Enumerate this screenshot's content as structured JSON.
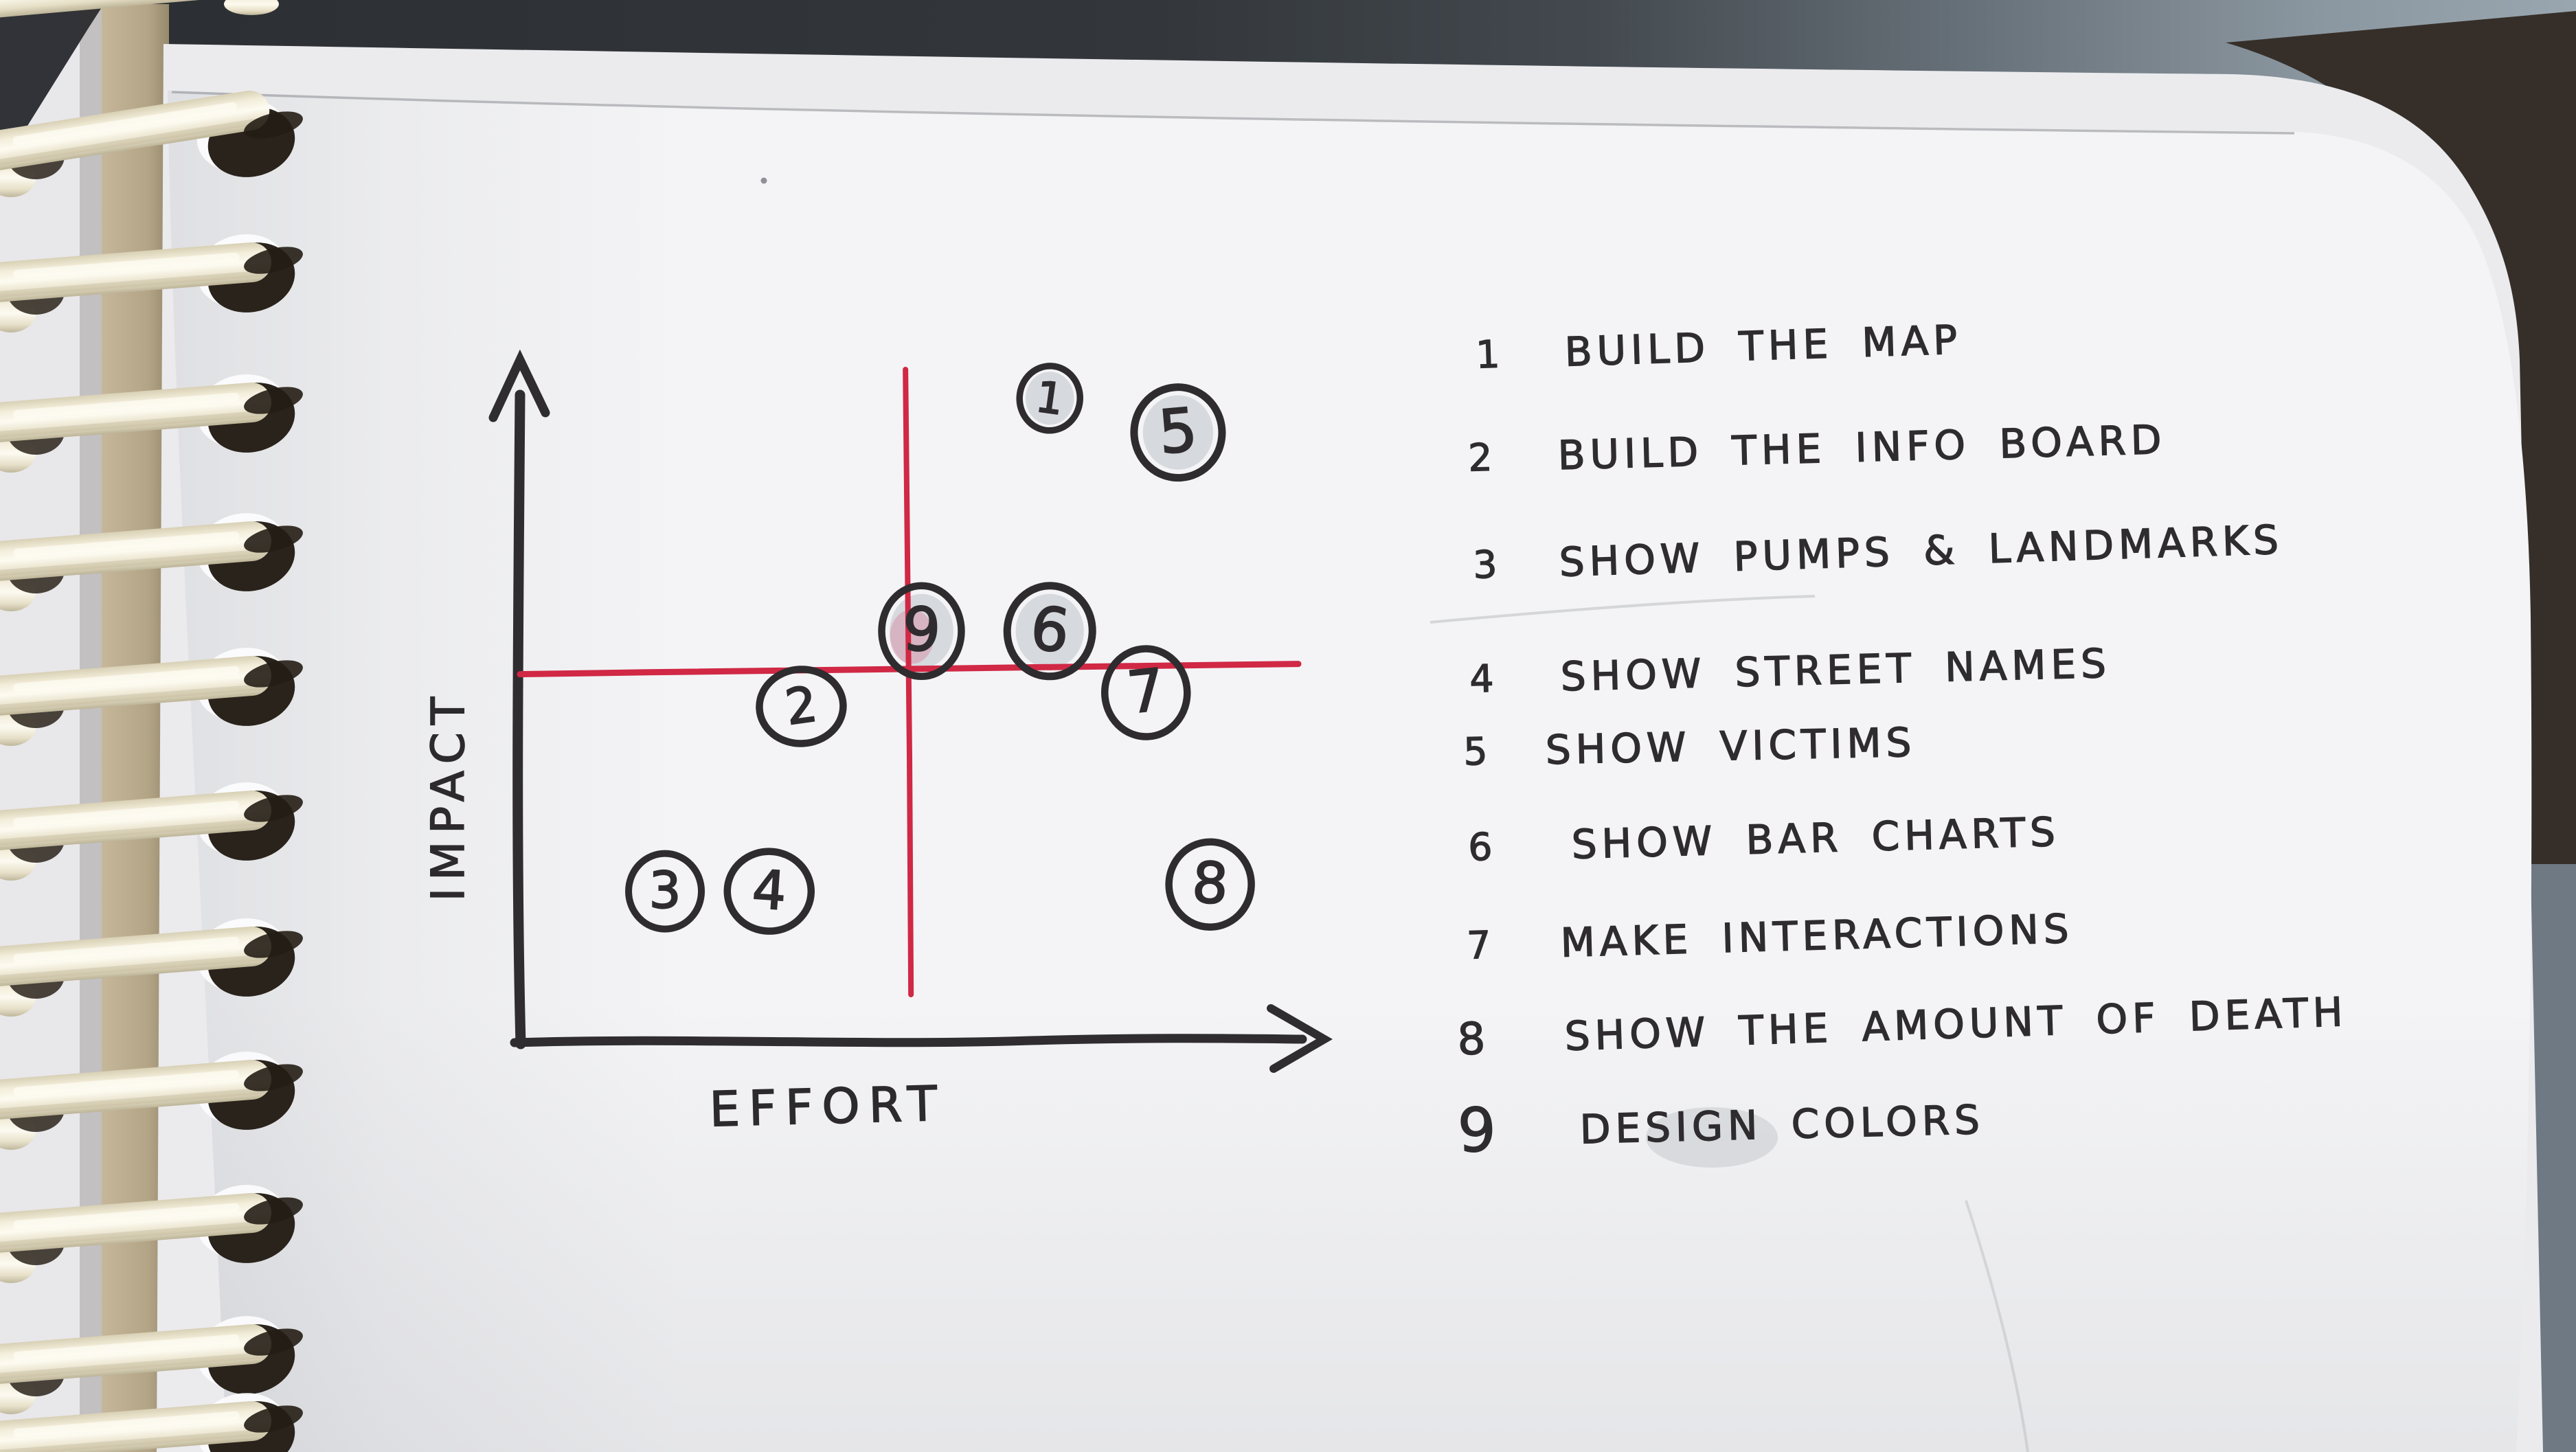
{
  "chart_data": {
    "type": "scatter",
    "title": "",
    "xlabel": "EFFORT",
    "ylabel": "IMPACT",
    "x_range": [
      0,
      10
    ],
    "y_range": [
      0,
      10
    ],
    "grid": false,
    "legend_position": "right",
    "annotations": "hand-drawn red cross dividing the plot into effort/impact quadrants",
    "thresholds": {
      "effort": 4.8,
      "impact": 5.4
    },
    "points": [
      {
        "id": "1",
        "label": "BUILD THE MAP",
        "effort": 6.6,
        "impact": 9.4,
        "shaded": true,
        "pink_smudge": false
      },
      {
        "id": "2",
        "label": "BUILD THE INFO BOARD",
        "effort": 3.5,
        "impact": 4.9,
        "shaded": false,
        "pink_smudge": false
      },
      {
        "id": "3",
        "label": "SHOW PUMPS & LANDMARKS",
        "effort": 1.8,
        "impact": 2.2,
        "shaded": false,
        "pink_smudge": false
      },
      {
        "id": "4",
        "label": "SHOW STREET NAMES",
        "effort": 3.1,
        "impact": 2.2,
        "shaded": false,
        "pink_smudge": false
      },
      {
        "id": "5",
        "label": "SHOW VICTIMS",
        "effort": 8.2,
        "impact": 8.9,
        "shaded": true,
        "pink_smudge": false
      },
      {
        "id": "6",
        "label": "SHOW BAR CHARTS",
        "effort": 6.6,
        "impact": 6.0,
        "shaded": true,
        "pink_smudge": false
      },
      {
        "id": "7",
        "label": "MAKE INTERACTIONS",
        "effort": 7.8,
        "impact": 5.1,
        "shaded": false,
        "pink_smudge": false
      },
      {
        "id": "8",
        "label": "SHOW THE AMOUNT OF DEATH",
        "effort": 8.6,
        "impact": 2.3,
        "shaded": false,
        "pink_smudge": false
      },
      {
        "id": "9",
        "label": "DESIGN COLORS",
        "effort": 5.0,
        "impact": 6.0,
        "shaded": true,
        "pink_smudge": true
      }
    ]
  },
  "task_list": {
    "items": [
      {
        "num": "1",
        "label": "BUILD THE MAP"
      },
      {
        "num": "2",
        "label": "BUILD THE INFO BOARD"
      },
      {
        "num": "3",
        "label": "SHOW PUMPS & LANDMARKS"
      },
      {
        "num": "4",
        "label": "SHOW STREET NAMES"
      },
      {
        "num": "5",
        "label": "SHOW VICTIMS"
      },
      {
        "num": "6",
        "label": "SHOW BAR CHARTS"
      },
      {
        "num": "7",
        "label": "MAKE INTERACTIONS"
      },
      {
        "num": "8",
        "label": "SHOW THE AMOUNT OF DEATH"
      },
      {
        "num": "9",
        "label": "DESIGN COLORS"
      }
    ]
  },
  "colors": {
    "ink": "#2e2c2e",
    "red_marker": "#d02845",
    "paper": "#f4f4f6",
    "paper_back": "#ebebee",
    "pencil_shade": "#b7bec5",
    "pink_smudge": "#d9879f",
    "coil_cream": "#f3eedb",
    "binding_strip": "#b3a486",
    "hole_dark": "#2a231b",
    "desk_dark": "#2c2f33",
    "desk_light": "#9aa6af",
    "desk_brown": "#362f29",
    "desk_slate": "#6e7984"
  }
}
